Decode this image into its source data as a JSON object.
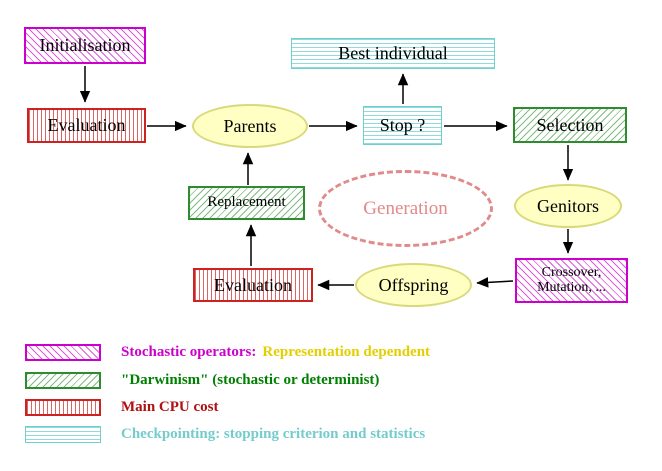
{
  "diagram": {
    "nodes": {
      "initialisation": "Initialisation",
      "best_individual": "Best individual",
      "evaluation_top": "Evaluation",
      "parents": "Parents",
      "stop": "Stop ?",
      "selection": "Selection",
      "replacement": "Replacement",
      "generation": "Generation",
      "genitors": "Genitors",
      "crossover_line1": "Crossover,",
      "crossover_line2": "Mutation, ...",
      "offspring": "Offspring",
      "evaluation_bottom": "Evaluation"
    }
  },
  "legend": {
    "items": [
      {
        "label": "Stochastic operators:",
        "label_extra": "Representation dependent"
      },
      {
        "label": "\"Darwinism\" (stochastic or determinist)"
      },
      {
        "label": "Main CPU cost"
      },
      {
        "label": "Checkpointing: stopping criterion and statistics"
      }
    ]
  },
  "colors": {
    "magenta": "#cc00cc",
    "green": "#2e8b2e",
    "red": "#cc2222",
    "cyan": "#6fcfcf",
    "yellow_fill": "#ffffc4",
    "yellow_border": "#d9d97a",
    "salmon": "#e08a8a",
    "legend_yellow": "#e3cf00",
    "legend_green": "#008000",
    "legend_red": "#b01010"
  }
}
